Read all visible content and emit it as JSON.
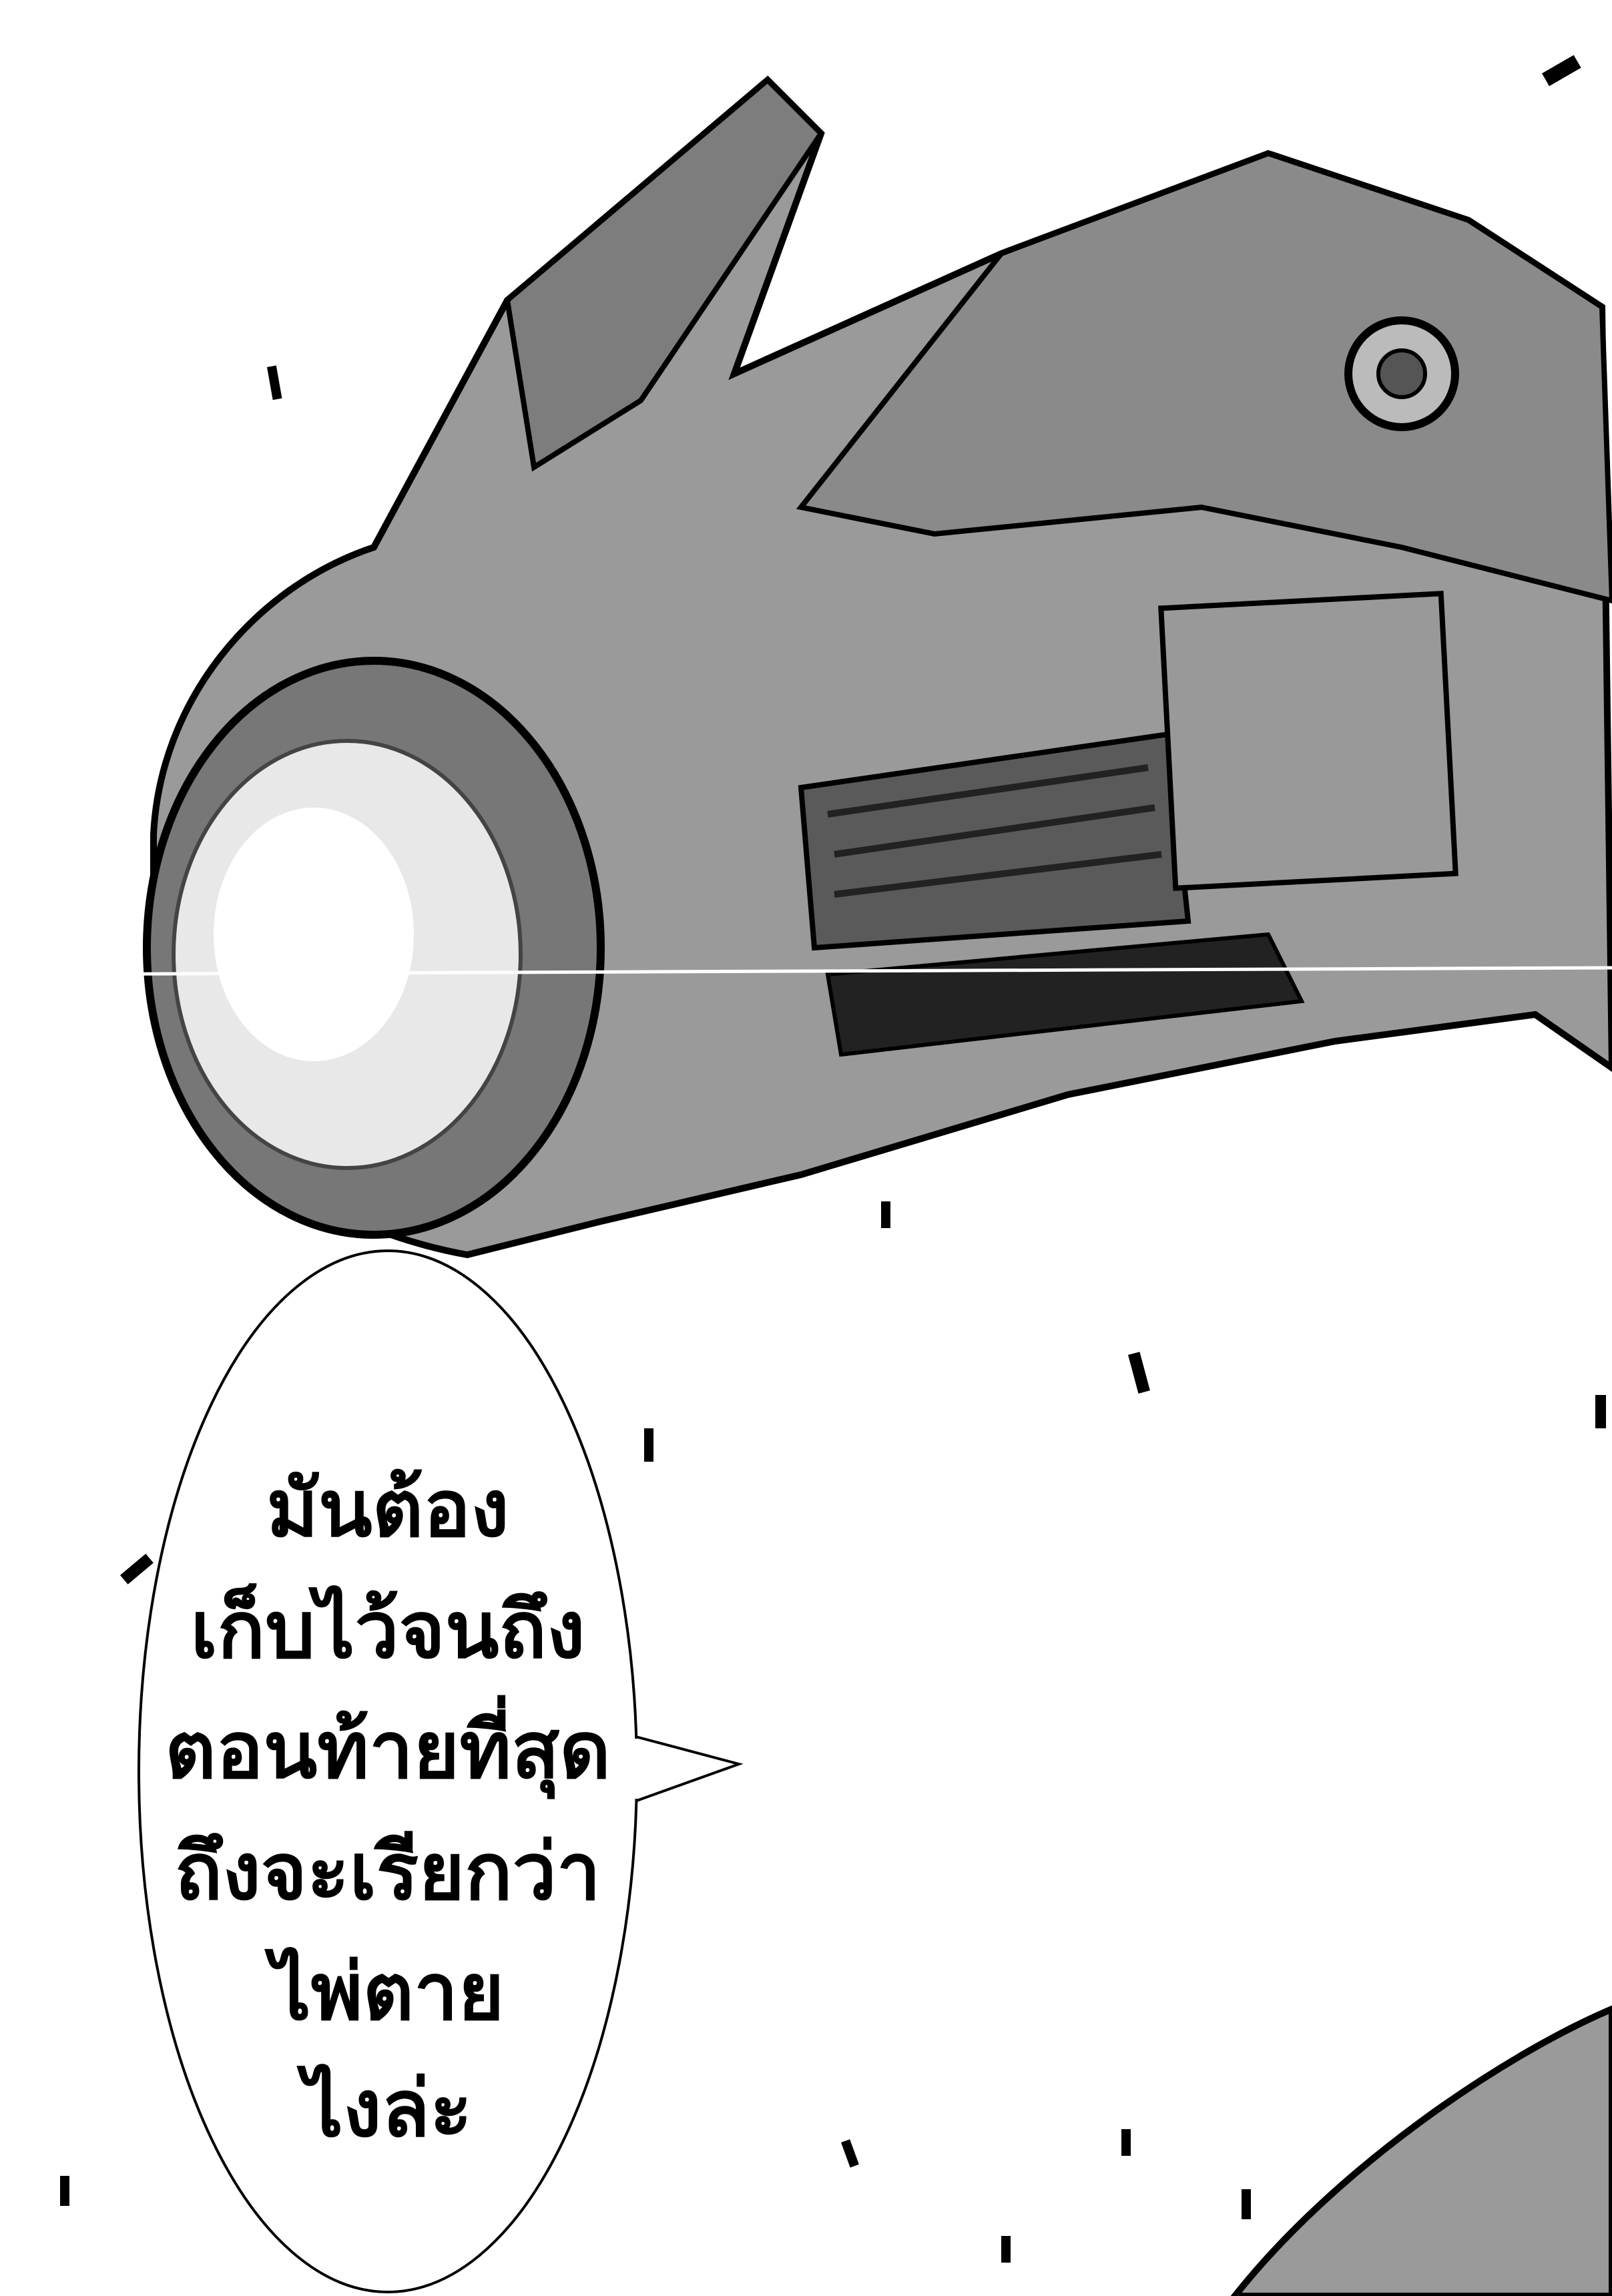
{
  "speech_bubble": {
    "lines": [
      "มันต้อง",
      "เก็บไว้จนถึง",
      "ตอนท้ายที่สุด",
      "ถึงจะเรียกว่า",
      "ไพ่ตาย",
      "ไงล่ะ"
    ]
  },
  "colors": {
    "ink": "#000000",
    "tone": "#8a8a8a",
    "paper": "#ffffff"
  }
}
